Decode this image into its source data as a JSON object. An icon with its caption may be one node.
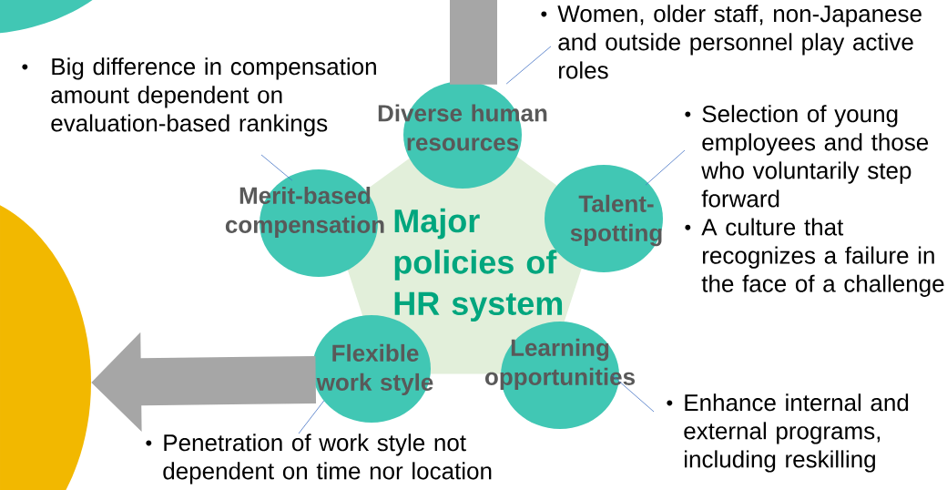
{
  "diagram": {
    "nodes": [
      {
        "text": [
          "Major policies of HR system"
        ]
      },
      {
        "text": [
          "Diverse human resources"
        ]
      },
      {
        "text": [
          "Talent-spotting"
        ]
      },
      {
        "text": [
          "Learning opportunities"
        ]
      },
      {
        "text": [
          "Flexible work style"
        ]
      },
      {
        "text": [
          "Merit-based compensation"
        ]
      },
      {
        "text": [
          "Women, older staff, non-Japanese and outside personnel play active roles"
        ]
      },
      {
        "text": [
          "Selection of young employees and those who voluntarily step forward",
          "A culture that recognizes a failure in the face of a challenge"
        ]
      },
      {
        "text": [
          "Enhance internal and external programs, including reskilling"
        ]
      },
      {
        "text": [
          "Penetration of work style not dependent on time nor location"
        ]
      },
      {
        "text": [
          "Big difference in compensation amount dependent on evaluation-based rankings"
        ]
      },
      {
        "text": [],
        "shape": "circle"
      },
      {
        "text": [],
        "shape": "circle"
      }
    ],
    "edges": [
      {
        "from": 6,
        "to": 1,
        "arrow": "none"
      },
      {
        "from": 7,
        "to": 2,
        "arrow": "none"
      },
      {
        "from": 8,
        "to": 3,
        "arrow": "none"
      },
      {
        "from": 9,
        "to": 4,
        "arrow": "none"
      },
      {
        "from": 10,
        "to": 5,
        "arrow": "none"
      },
      {
        "from": null,
        "to": 1,
        "arrow": "none",
        "style": "thick",
        "color": "#a6a6a6"
      },
      {
        "from": 4,
        "to": 12,
        "arrow": "to",
        "style": "thick",
        "color": "#a6a6a6"
      }
    ]
  }
}
